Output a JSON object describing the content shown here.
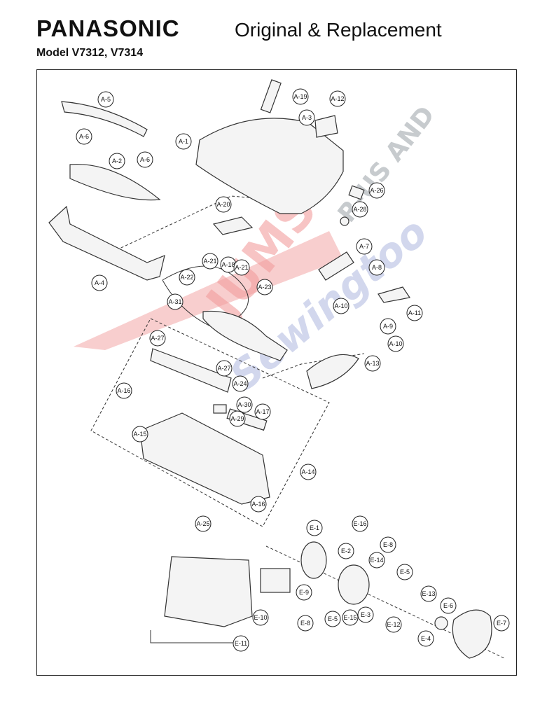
{
  "header": {
    "brand": "PANASONIC",
    "subtitle": "Original & Replacement",
    "model": "Model V7312, V7314"
  },
  "watermark": {
    "text_main": "JUMS",
    "text_small": "R-US AND",
    "text_script": "Sewingtoo",
    "colors": {
      "red": "#e84d4d",
      "blue": "#4a5fb8"
    }
  },
  "callouts": [
    {
      "id": "A-5"
    },
    {
      "id": "A-6a",
      "text": "A-6"
    },
    {
      "id": "A-6b",
      "text": "A-6"
    },
    {
      "id": "A-2"
    },
    {
      "id": "A-4"
    },
    {
      "id": "A-1"
    },
    {
      "id": "A-19"
    },
    {
      "id": "A-3"
    },
    {
      "id": "A-12"
    },
    {
      "id": "A-20"
    },
    {
      "id": "A-26"
    },
    {
      "id": "A-28"
    },
    {
      "id": "A-21a",
      "text": "A-21"
    },
    {
      "id": "A-18"
    },
    {
      "id": "A-21b",
      "text": "A-21"
    },
    {
      "id": "A-7"
    },
    {
      "id": "A-8"
    },
    {
      "id": "A-22"
    },
    {
      "id": "A-23"
    },
    {
      "id": "A-10a",
      "text": "A-10"
    },
    {
      "id": "A-11"
    },
    {
      "id": "A-31"
    },
    {
      "id": "A-9"
    },
    {
      "id": "A-10b",
      "text": "A-10"
    },
    {
      "id": "A-27a",
      "text": "A-27"
    },
    {
      "id": "A-13"
    },
    {
      "id": "A-27b",
      "text": "A-27"
    },
    {
      "id": "A-24"
    },
    {
      "id": "A-16a",
      "text": "A-16"
    },
    {
      "id": "A-30"
    },
    {
      "id": "A-17"
    },
    {
      "id": "A-29"
    },
    {
      "id": "A-15"
    },
    {
      "id": "A-14"
    },
    {
      "id": "A-16b",
      "text": "A-16"
    },
    {
      "id": "A-25"
    },
    {
      "id": "E-1"
    },
    {
      "id": "E-16"
    },
    {
      "id": "E-8a",
      "text": "E-8"
    },
    {
      "id": "E-2"
    },
    {
      "id": "E-14"
    },
    {
      "id": "E-5a",
      "text": "E-5"
    },
    {
      "id": "E-9"
    },
    {
      "id": "E-13"
    },
    {
      "id": "E-6"
    },
    {
      "id": "E-10"
    },
    {
      "id": "E-8b",
      "text": "E-8"
    },
    {
      "id": "E-5b",
      "text": "E-5"
    },
    {
      "id": "E-15"
    },
    {
      "id": "E-3"
    },
    {
      "id": "E-12"
    },
    {
      "id": "E-4"
    },
    {
      "id": "E-7"
    },
    {
      "id": "E-11"
    }
  ]
}
